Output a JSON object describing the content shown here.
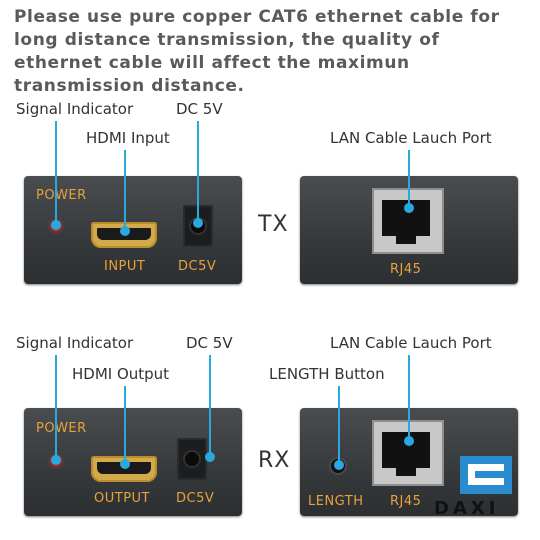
{
  "note": "Please use pure copper CAT6 ethernet cable for long distance transmission, the quality of ethernet cable will affect the maximun transmission distance.",
  "tx": {
    "callouts": {
      "signal": "Signal Indicator",
      "hdmi": "HDMI Input",
      "dc": "DC 5V",
      "lan": "LAN Cable Lauch Port"
    },
    "box_labels": {
      "power": "POWER",
      "hdmi": "INPUT",
      "dc": "DC5V",
      "rj45": "RJ45"
    },
    "tag": "TX"
  },
  "rx": {
    "callouts": {
      "signal": "Signal Indicator",
      "hdmi": "HDMI Output",
      "dc": "DC 5V",
      "lan": "LAN Cable Lauch Port",
      "length": "LENGTH Button"
    },
    "box_labels": {
      "power": "POWER",
      "hdmi": "OUTPUT",
      "dc": "DC5V",
      "length": "LENGTH",
      "rj45": "RJ45"
    },
    "tag": "RX"
  },
  "logo": {
    "text": "DAXI",
    "color": "#2a8ccf"
  },
  "colors": {
    "callout_line": "#29a9e0",
    "label": "#e8a23a",
    "led": "#e01010"
  }
}
